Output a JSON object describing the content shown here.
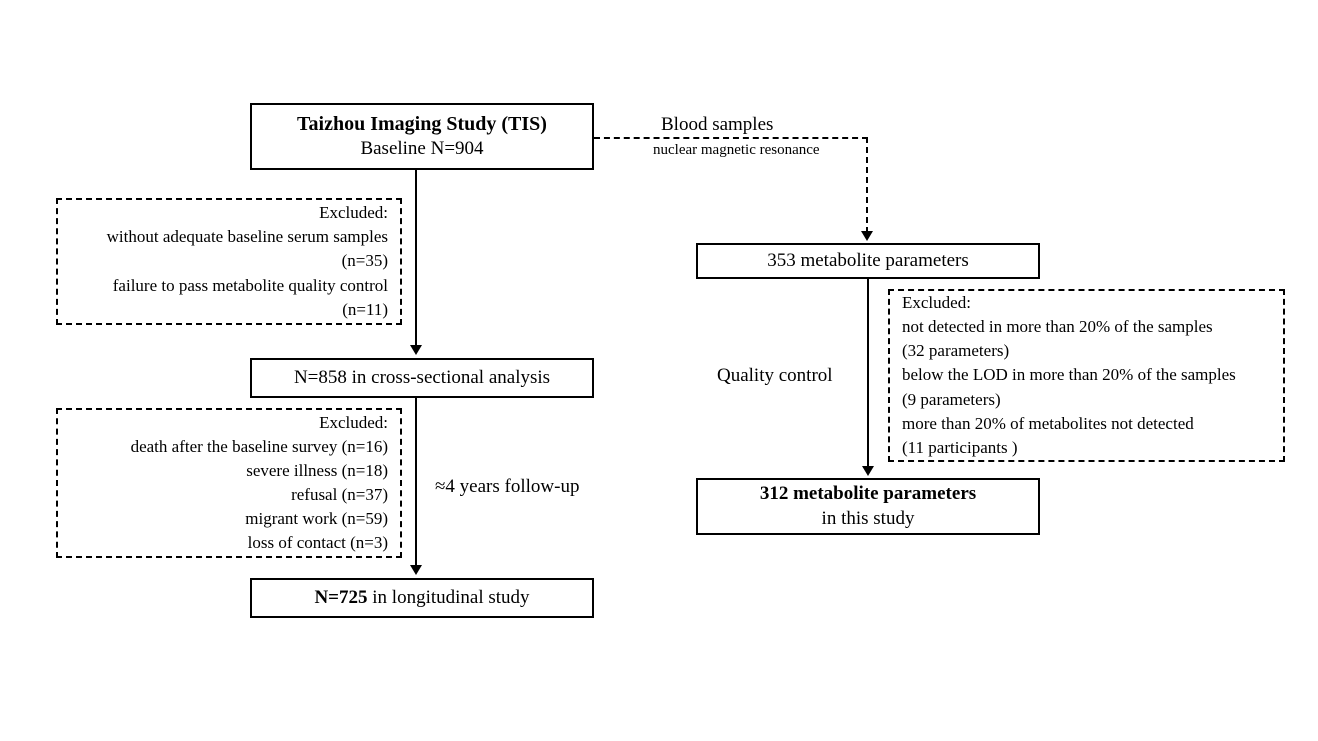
{
  "diagram": {
    "title": "Taizhou Imaging Study participant and metabolite flow diagram",
    "nodes": {
      "baseline": {
        "line1": "Taizhou Imaging Study (TIS)",
        "line2": "Baseline N=904"
      },
      "cross_sectional": {
        "text": "N=858 in cross-sectional analysis"
      },
      "longitudinal": {
        "strong": "N=725",
        "rest": " in longitudinal study"
      },
      "metabolites_initial": {
        "text": "353 metabolite parameters"
      },
      "metabolites_final": {
        "line1": "312 metabolite parameters",
        "line2": "in this study"
      }
    },
    "exclusions": {
      "baseline_exclusion": {
        "heading": "Excluded:",
        "items": [
          "without adequate baseline serum samples",
          "(n=35)",
          "failure to pass metabolite quality control",
          "(n=11)"
        ]
      },
      "followup_exclusion": {
        "heading": "Excluded:",
        "items": [
          "death after the baseline survey (n=16)",
          "severe illness (n=18)",
          "refusal (n=37)",
          "migrant work (n=59)",
          "loss of contact (n=3)"
        ]
      },
      "qc_exclusion": {
        "heading": "Excluded:",
        "items": [
          "not detected in more than 20% of the samples",
          "(32 parameters)",
          "below the LOD in more than 20% of the samples",
          "(9 parameters)",
          "more than 20% of metabolites not detected",
          " (11 participants )"
        ]
      }
    },
    "edge_labels": {
      "blood_samples": "Blood samples",
      "nmr": "nuclear magnetic resonance",
      "followup": "≈4 years follow-up",
      "quality_control": "Quality control"
    },
    "colors": {
      "stroke": "#000000",
      "background": "#ffffff",
      "text": "#000000"
    }
  }
}
